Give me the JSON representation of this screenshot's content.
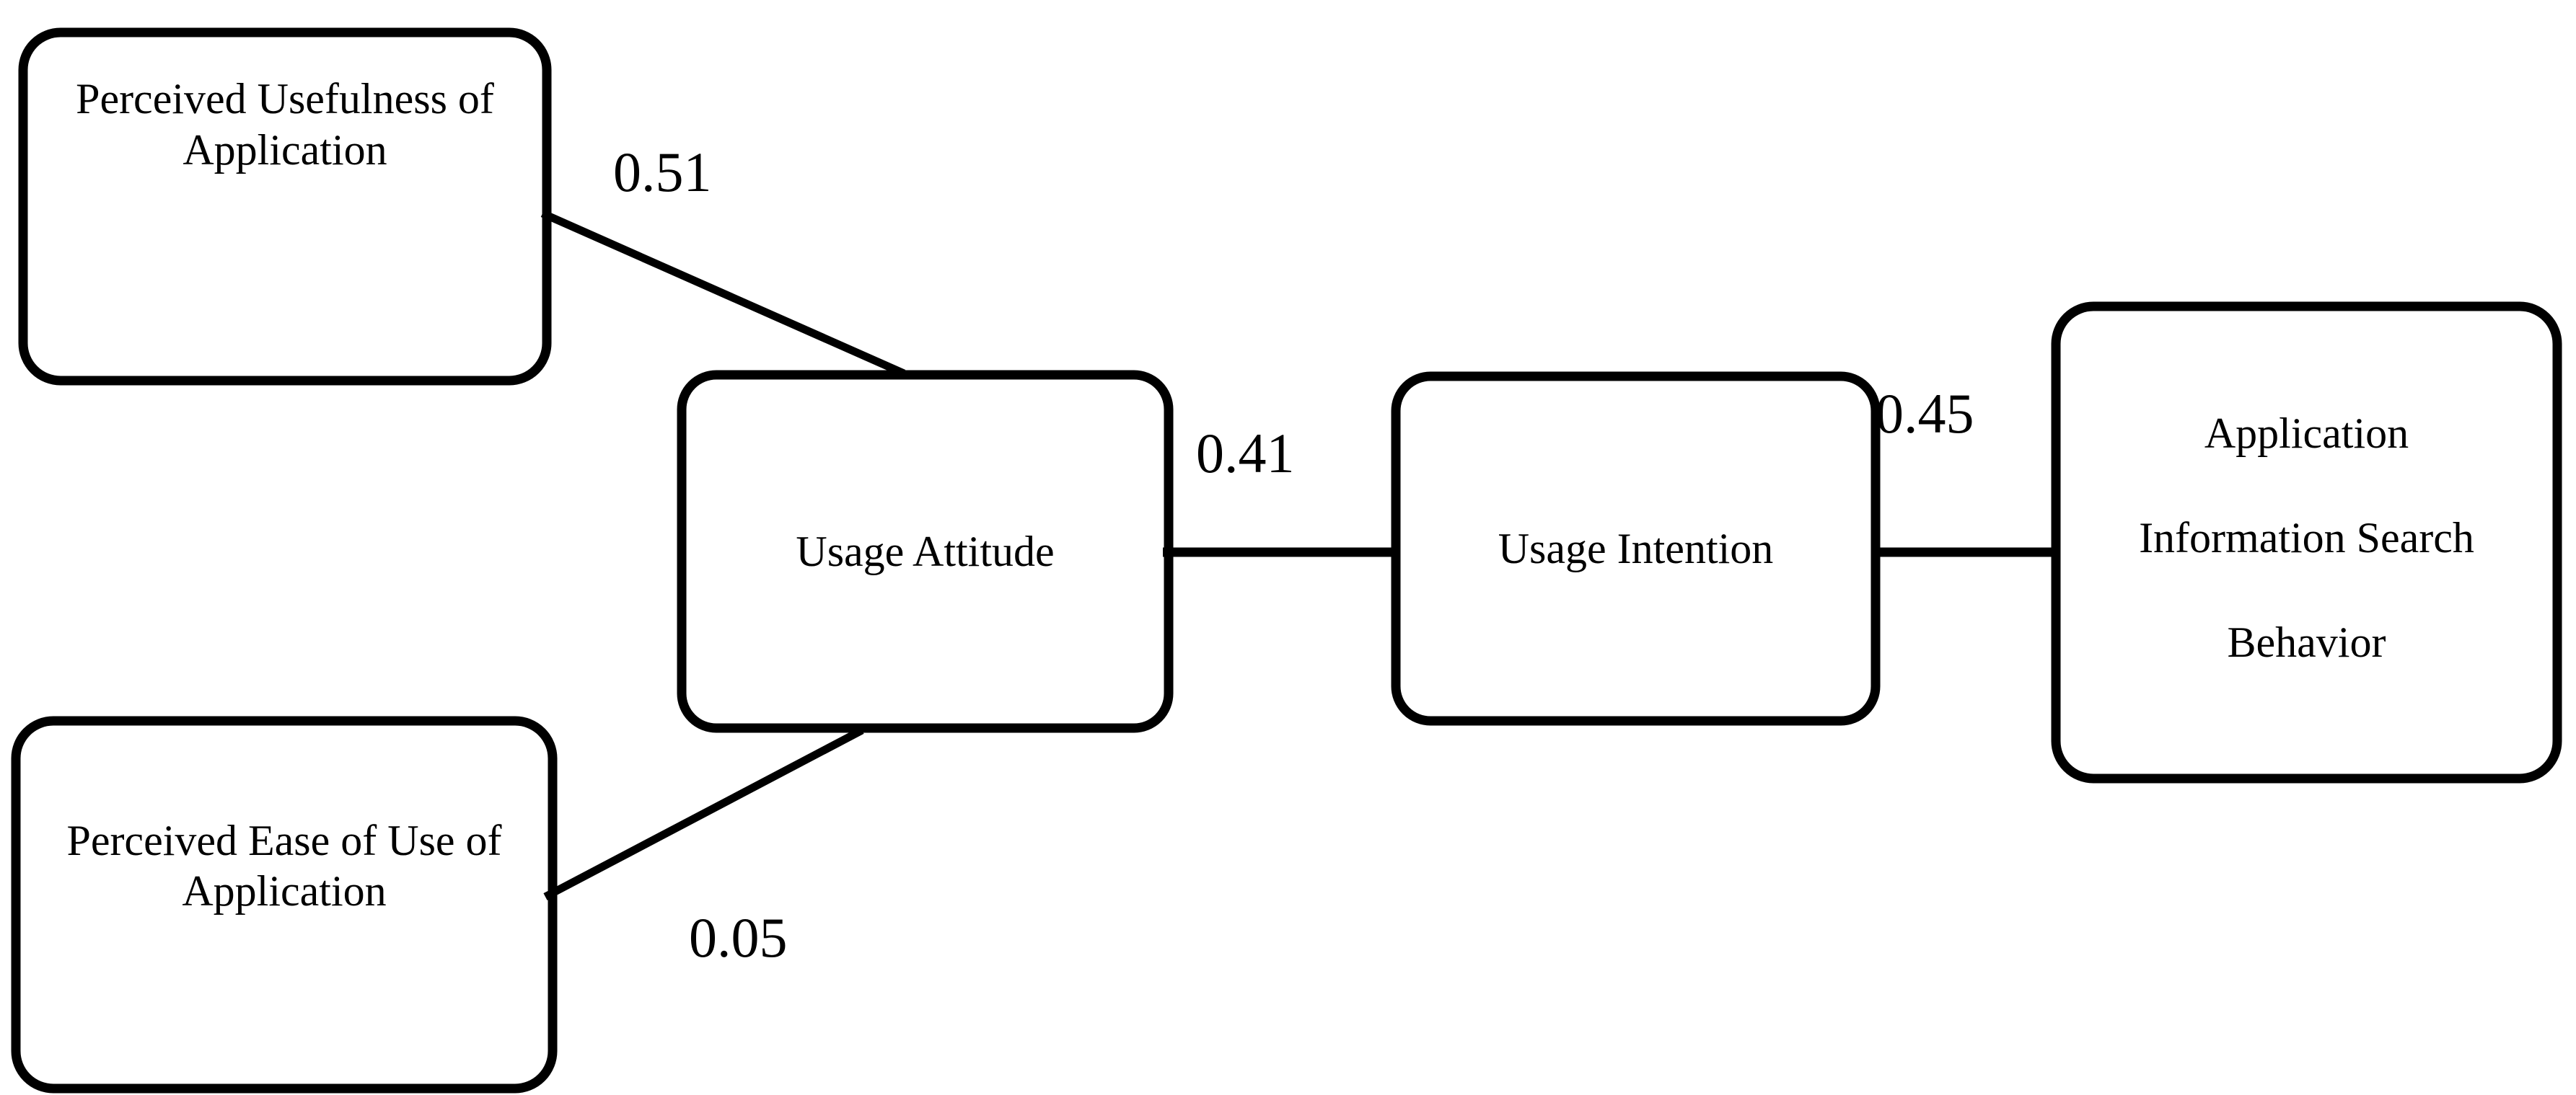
{
  "diagram": {
    "type": "path-model",
    "title": "",
    "background_color": "#ffffff",
    "line_color": "#000000",
    "text_color": "#000000",
    "nodes": [
      {
        "id": "perceived-usefulness",
        "label": "Perceived Usefulness of\nApplication"
      },
      {
        "id": "perceived-ease-of-use",
        "label": "Perceived Ease of Use of\nApplication"
      },
      {
        "id": "usage-attitude",
        "label": "Usage Attitude"
      },
      {
        "id": "usage-intention",
        "label": "Usage Intention"
      },
      {
        "id": "application-information-search-behavior",
        "label": "Application\nInformation Search\nBehavior"
      }
    ],
    "edges": [
      {
        "id": "pu-to-attitude",
        "from": "perceived-usefulness",
        "to": "usage-attitude",
        "coefficient": "0.51"
      },
      {
        "id": "peou-to-attitude",
        "from": "perceived-ease-of-use",
        "to": "usage-attitude",
        "coefficient": "0.05"
      },
      {
        "id": "attitude-to-intention",
        "from": "usage-attitude",
        "to": "usage-intention",
        "coefficient": "0.41"
      },
      {
        "id": "intention-to-behavior",
        "from": "usage-intention",
        "to": "application-information-search-behavior",
        "coefficient": "0.45"
      }
    ]
  }
}
